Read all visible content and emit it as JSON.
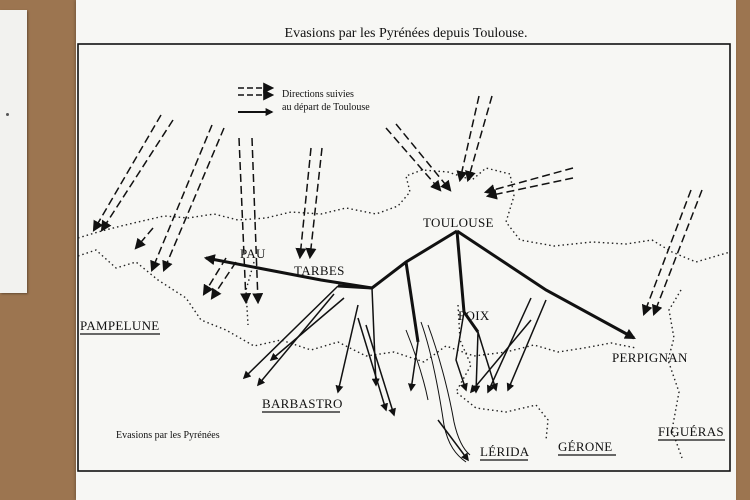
{
  "title": "Evasions par les Pyrénées depuis Toulouse.",
  "legend": {
    "line1": "Directions suivies",
    "line2": "au départ de Toulouse",
    "dashed_symbol": "dashed-arrow-icon",
    "solid_symbol": "solid-arrow-icon"
  },
  "places": {
    "toulouse": "TOULOUSE",
    "pau": "PAU",
    "tarbes": "TARBES",
    "foix": "FOIX",
    "perpignan": "PERPIGNAN",
    "pampelune": "PAMPELUNE",
    "barbastro": "BARBASTRO",
    "lerida": "LÉRIDA",
    "gerone": "GÉRONE",
    "figueras": "FIGUÉRAS"
  },
  "caption": "Evasions par les Pyrénées",
  "colors": {
    "ink": "#111111",
    "paper": "#f7f7f4",
    "board": "#9c7550"
  }
}
